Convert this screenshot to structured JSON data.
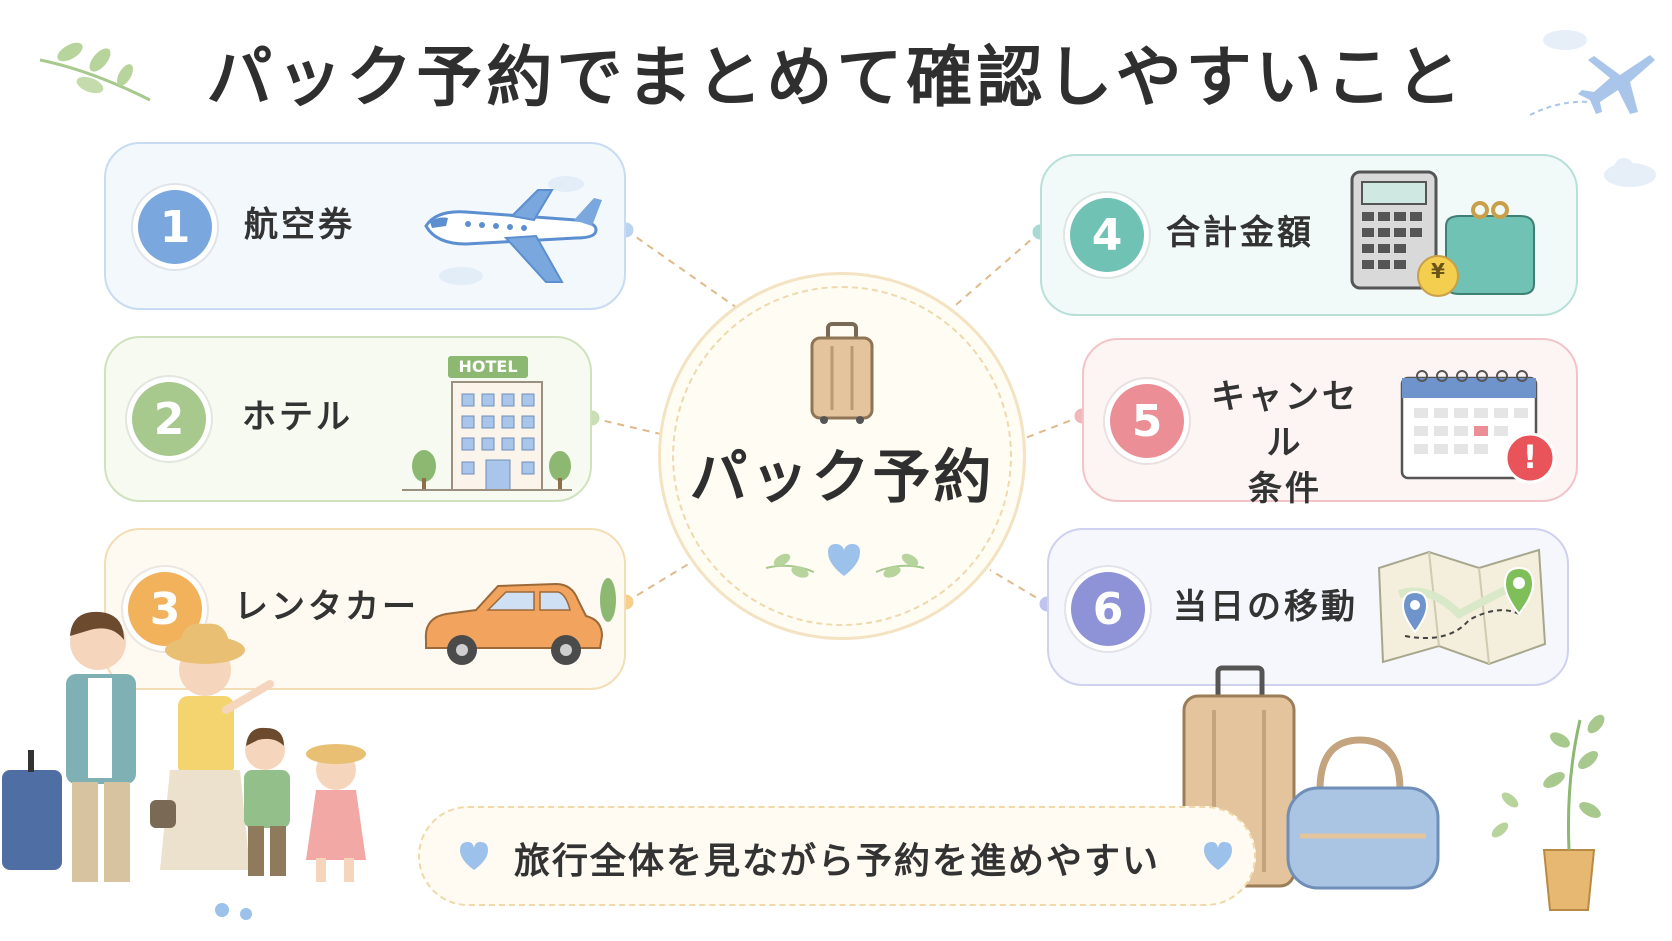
{
  "title": "パック予約でまとめて確認しやすいこと",
  "hub": {
    "label": "パック予約"
  },
  "items": [
    {
      "number": "1",
      "label": "航空券"
    },
    {
      "number": "2",
      "label": "ホテル"
    },
    {
      "number": "3",
      "label": "レンタカー"
    },
    {
      "number": "4",
      "label": "合計金額"
    },
    {
      "number": "5",
      "label_line1": "キャンセル",
      "label_line2": "条件"
    },
    {
      "number": "6",
      "label": "当日の移動"
    }
  ],
  "hotel_sign": "HOTEL",
  "currency_symbol": "¥",
  "alert_symbol": "!",
  "footer": {
    "text": "旅行全体を見ながら予約を進めやすい"
  },
  "colors": {
    "blue": "#7aa7de",
    "green": "#a7c98d",
    "orange": "#f2b25c",
    "teal": "#6fc2b4",
    "pink": "#ec8e96",
    "purple": "#8e92d6"
  }
}
